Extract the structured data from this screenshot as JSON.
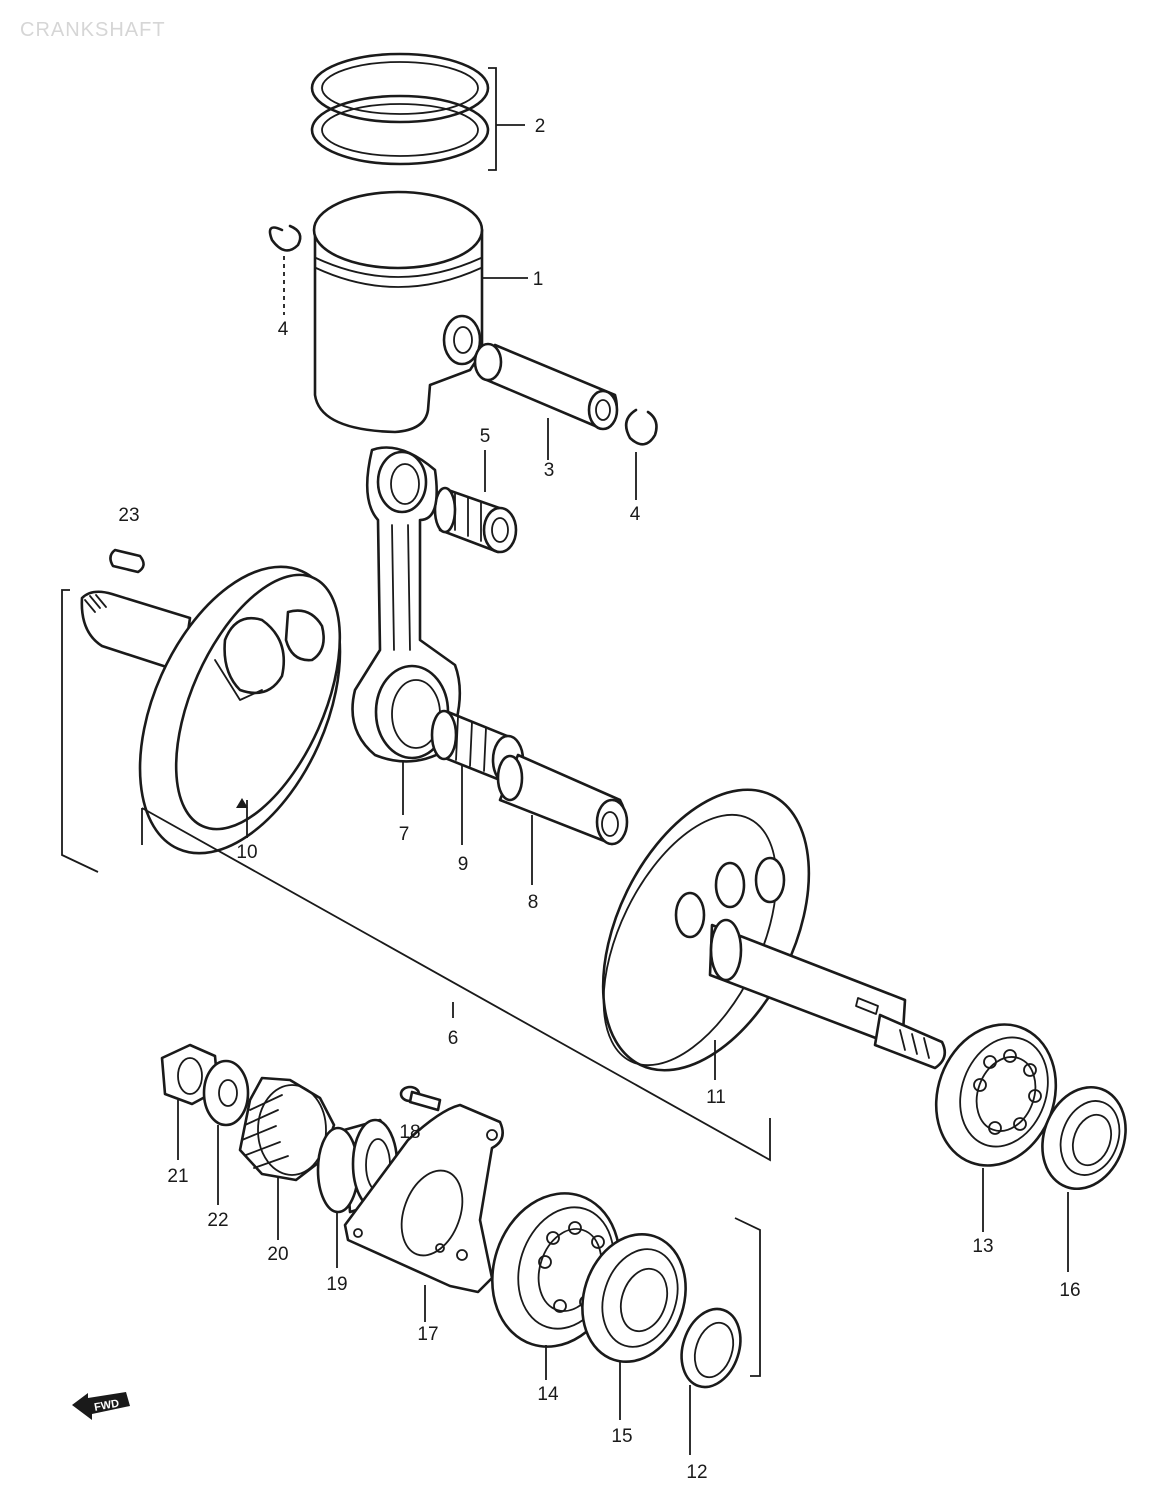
{
  "title": "CRANKSHAFT",
  "fwd": "FWD",
  "labels": {
    "p1": "1",
    "p2": "2",
    "p3": "3",
    "p4a": "4",
    "p4b": "4",
    "p5": "5",
    "p6": "6",
    "p7": "7",
    "p8": "8",
    "p9": "9",
    "p10": "10",
    "p11": "11",
    "p12": "12",
    "p13": "13",
    "p14": "14",
    "p15": "15",
    "p16": "16",
    "p17": "17",
    "p18": "18",
    "p19": "19",
    "p20": "20",
    "p21": "21",
    "p22": "22",
    "p23": "23"
  }
}
